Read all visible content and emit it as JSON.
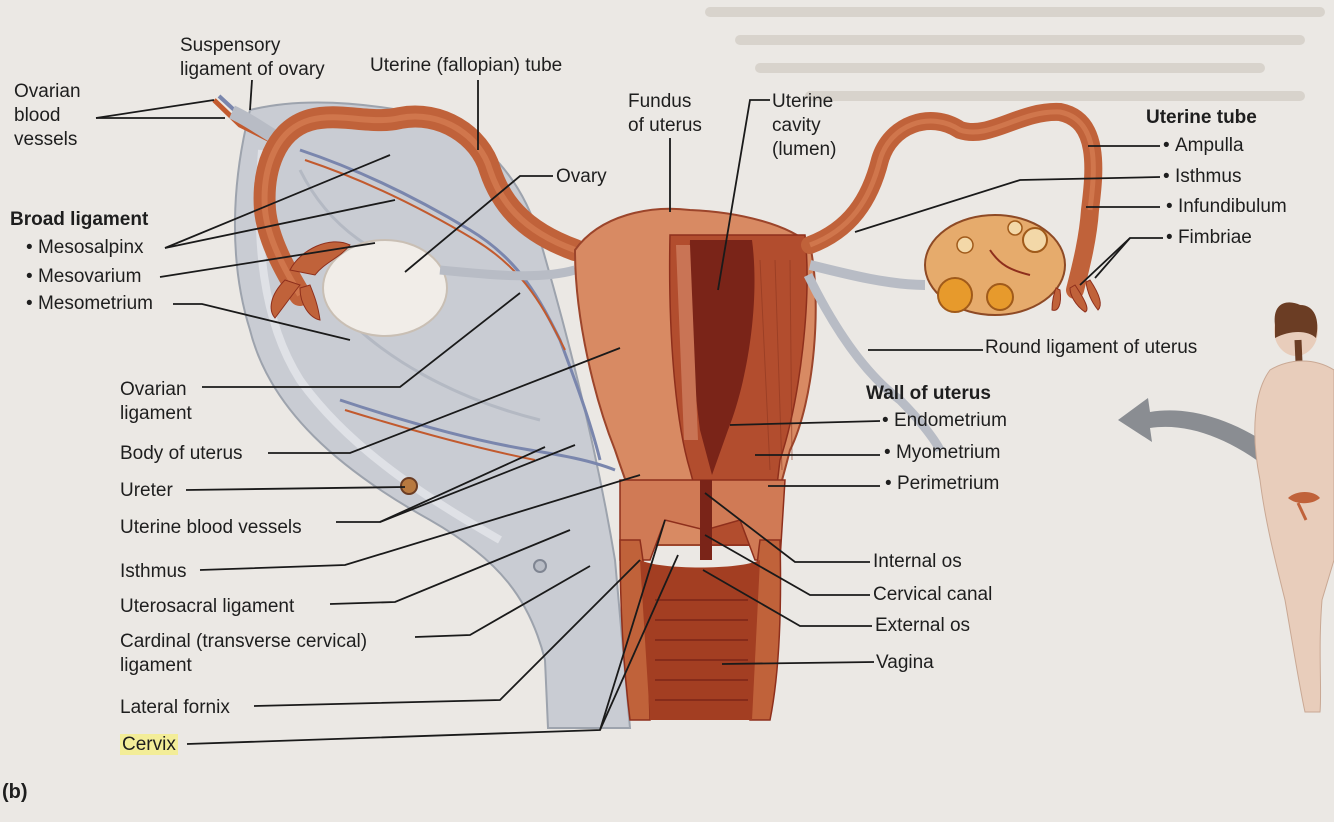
{
  "panel_letter": "(b)",
  "labels": {
    "ovarian_blood_vessels": [
      "Ovarian",
      "blood",
      "vessels"
    ],
    "suspensory_ligament": [
      "Suspensory",
      "ligament of ovary"
    ],
    "uterine_fallopian_tube": "Uterine (fallopian) tube",
    "fundus": [
      "Fundus",
      "of uterus"
    ],
    "uterine_cavity": [
      "Uterine",
      "cavity",
      "(lumen)"
    ],
    "ovary": "Ovary",
    "broad_ligament": {
      "heading": "Broad ligament",
      "items": [
        "Mesosalpinx",
        "Mesovarium",
        "Mesometrium"
      ]
    },
    "uterine_tube": {
      "heading": "Uterine tube",
      "items": [
        "Ampulla",
        "Isthmus",
        "Infundibulum",
        "Fimbriae"
      ]
    },
    "round_ligament": "Round ligament of uterus",
    "wall_of_uterus": {
      "heading": "Wall of uterus",
      "items": [
        "Endometrium",
        "Myometrium",
        "Perimetrium"
      ]
    },
    "ovarian_ligament": [
      "Ovarian",
      "ligament"
    ],
    "body_of_uterus": "Body of uterus",
    "ureter": "Ureter",
    "uterine_blood_vessels": "Uterine blood vessels",
    "isthmus": "Isthmus",
    "uterosacral_ligament": "Uterosacral ligament",
    "cardinal_ligament": [
      "Cardinal (transverse cervical)",
      "ligament"
    ],
    "lateral_fornix": "Lateral fornix",
    "cervix": "Cervix",
    "internal_os": "Internal os",
    "cervical_canal": "Cervical canal",
    "external_os": "External os",
    "vagina": "Vagina"
  },
  "colors": {
    "tissue": "#c0623a",
    "tissue_dark": "#8e2f1c",
    "muscle": "#b24d2e",
    "lumen": "#7a2418",
    "ligament": "#c9ccd3",
    "ovary": "#f1ede8",
    "vein": "#7a86ad",
    "artery": "#c25a2e",
    "leader": "#1a1a1a",
    "highlight": "#f6ec58",
    "figure_skin": "#e8cdbb",
    "hair": "#6b3d24"
  }
}
